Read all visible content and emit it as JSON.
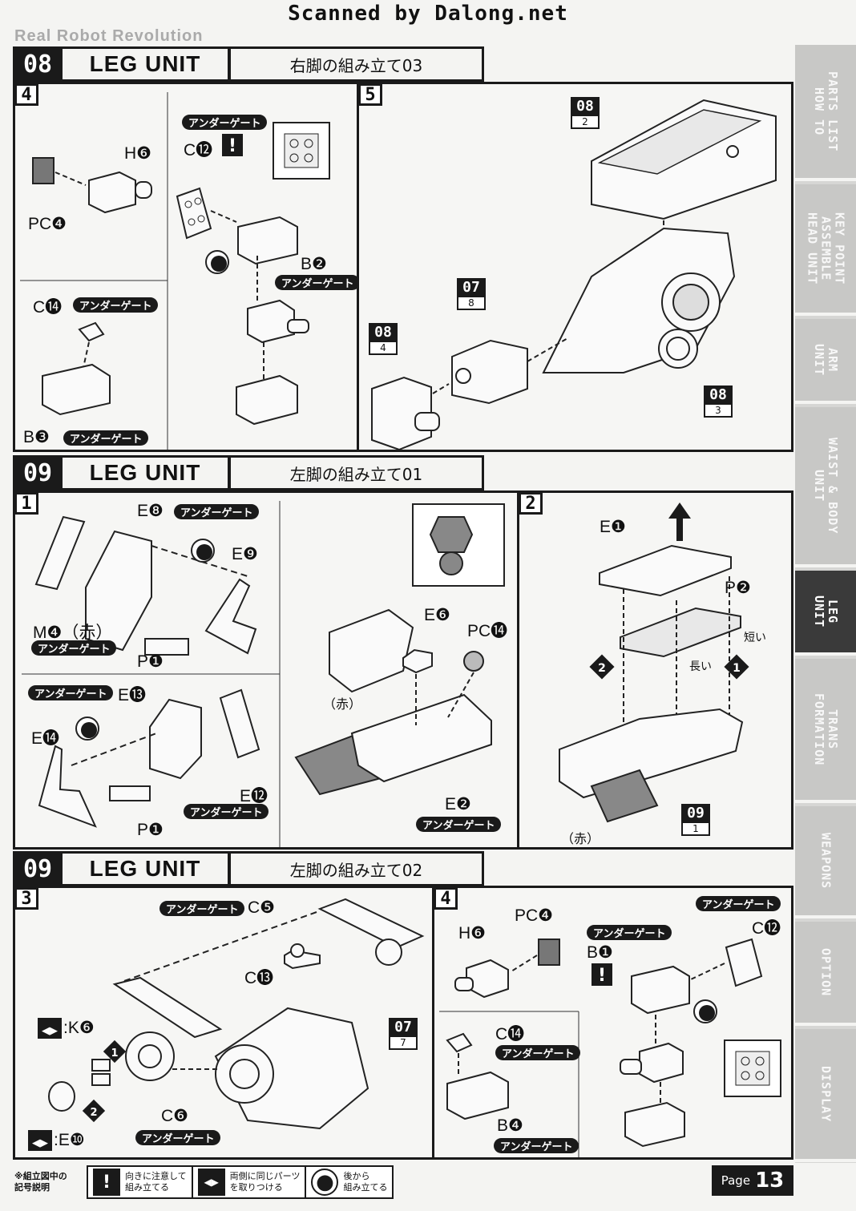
{
  "scan_credit": "Scanned by Dalong.net",
  "series_title": "Real Robot Revolution",
  "sidebar": [
    {
      "label": "PARTS LIST\nHOW TO"
    },
    {
      "label": "KEY POINT\nASSEMBLE\nHEAD UNIT"
    },
    {
      "label": "ARM\nUNIT"
    },
    {
      "label": "WAIST & BODY\nUNIT"
    },
    {
      "label": "LEG\nUNIT"
    },
    {
      "label": "TRANS\nFORMATION"
    },
    {
      "label": "WEAPONS"
    },
    {
      "label": "OPTION"
    },
    {
      "label": "DISPLAY"
    }
  ],
  "sections": [
    {
      "number": "08",
      "title": "LEG UNIT",
      "subtitle": "右脚の組み立て03"
    },
    {
      "number": "09",
      "title": "LEG UNIT",
      "subtitle": "左脚の組み立て01"
    },
    {
      "number": "09",
      "title": "LEG UNIT",
      "subtitle": "左脚の組み立て02"
    }
  ],
  "steps": {
    "s1_4": "4",
    "s1_5": "5",
    "s2_1": "1",
    "s2_2": "2",
    "s3_3": "3",
    "s3_4": "4"
  },
  "labels": {
    "gate": "アンダーゲート",
    "H6": "H❻",
    "PC4": "PC❹",
    "C12": "C⓬",
    "B2": "B❷",
    "C14": "C⓮",
    "B3": "B❸",
    "E8": "E❽",
    "E9": "E❾",
    "M4": "M❹（赤）",
    "P1a": "P❶",
    "E13": "E⓭",
    "E14": "E⓮",
    "E12": "E⓬",
    "P1b": "P❶",
    "E6": "E❻",
    "PC14": "PC⓮",
    "aka1": "（赤）",
    "E2": "E❷",
    "E1": "E❶",
    "P2": "P❷",
    "short": "短い",
    "long": "長い",
    "aka2": "（赤）",
    "C5": "C❺",
    "C13": "C⓭",
    "K6": ":K❻",
    "C6": "C❻",
    "E10": ":E❿",
    "H6b": "H❻",
    "PC4b": "PC❹",
    "B1": "B❶",
    "C12b": "C⓬",
    "C14b": "C⓮",
    "B4": "B❹"
  },
  "refs": [
    {
      "top": "08",
      "bot": "2"
    },
    {
      "top": "07",
      "bot": "8"
    },
    {
      "top": "08",
      "bot": "4"
    },
    {
      "top": "08",
      "bot": "3"
    },
    {
      "top": "09",
      "bot": "1"
    },
    {
      "top": "07",
      "bot": "7"
    }
  ],
  "legend": {
    "title": "※組立図中の\n記号説明",
    "items": [
      {
        "icon": "!",
        "text": "向きに注意して\n組み立てる"
      },
      {
        "icon": "◀▶",
        "text": "両側に同じパーツ\nを取りつける"
      },
      {
        "icon": "●",
        "text": "後から\n組み立てる"
      }
    ]
  },
  "page": {
    "label": "Page",
    "number": "13"
  }
}
